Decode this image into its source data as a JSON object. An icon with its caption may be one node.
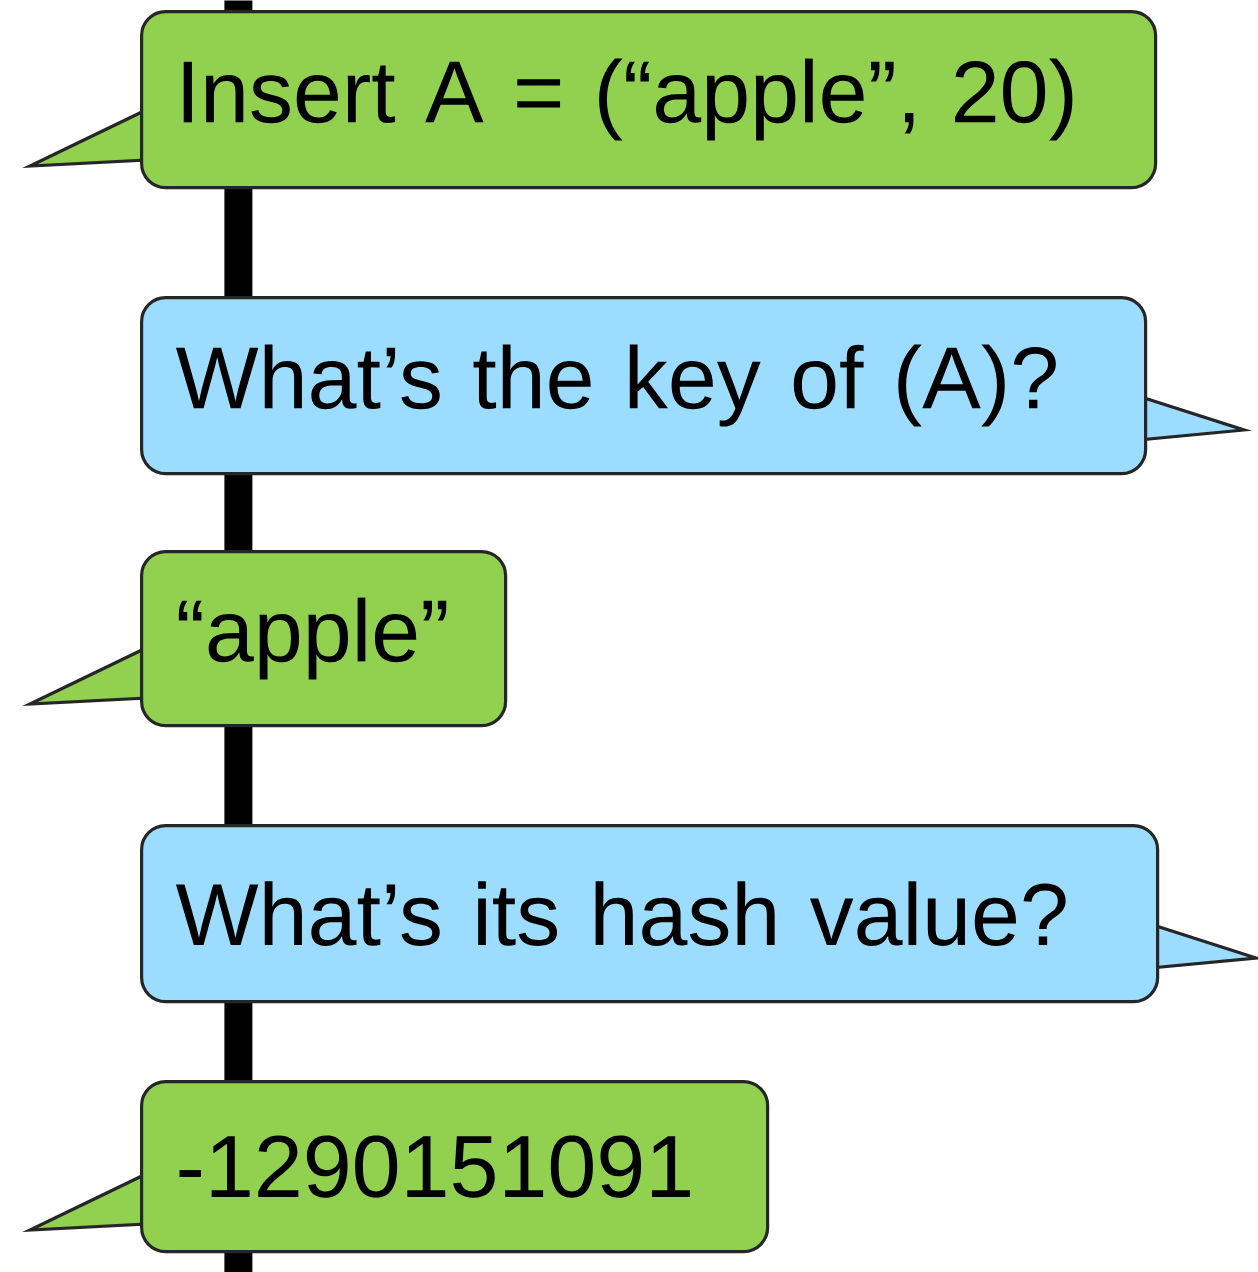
{
  "diagram": {
    "nodes": [
      {
        "text": [],
        "shape": "bar"
      },
      {
        "text": [
          "Insert A = (“apple”, 20)"
        ]
      },
      {
        "text": [
          "What’s the key of (A)?"
        ]
      },
      {
        "text": [
          "“apple”"
        ]
      },
      {
        "text": [
          "What’s its hash value?"
        ]
      },
      {
        "text": [
          "-1290151091"
        ]
      }
    ]
  }
}
